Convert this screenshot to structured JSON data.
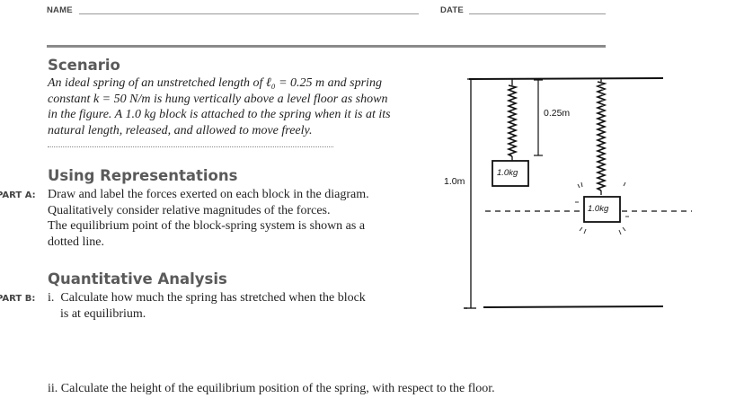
{
  "header": {
    "name_label": "NAME",
    "date_label": "DATE"
  },
  "scenario": {
    "heading": "Scenario",
    "lines": [
      "An ideal spring of an unstretched length of ℓ₀ = 0.25 m and spring",
      "constant k = 50 N/m is hung vertically above a level floor as shown",
      "in the figure. A 1.0 kg block is attached to the spring when it is at its",
      "natural length, released, and allowed to move freely."
    ]
  },
  "using_representations": {
    "heading": "Using Representations",
    "part_label": "PART A:",
    "lines": [
      "Draw and label the forces exerted on each block in the diagram.",
      "Qualitatively consider relative magnitudes of the forces.",
      "The equilibrium point of the block-spring system is shown as a",
      "dotted line."
    ]
  },
  "quantitative_analysis": {
    "heading": "Quantitative Analysis",
    "part_label": "PART B:",
    "item_i_lines": [
      "i.  Calculate how much the spring has stretched when the block",
      "is at equilibrium."
    ],
    "item_ii": "ii. Calculate the height of the equilibrium position of the spring, with respect to the floor."
  },
  "figure": {
    "height_label": "1.0m",
    "length_label": "0.25m",
    "block_left_label": "1.0kg",
    "block_right_label": "1.0kg"
  }
}
